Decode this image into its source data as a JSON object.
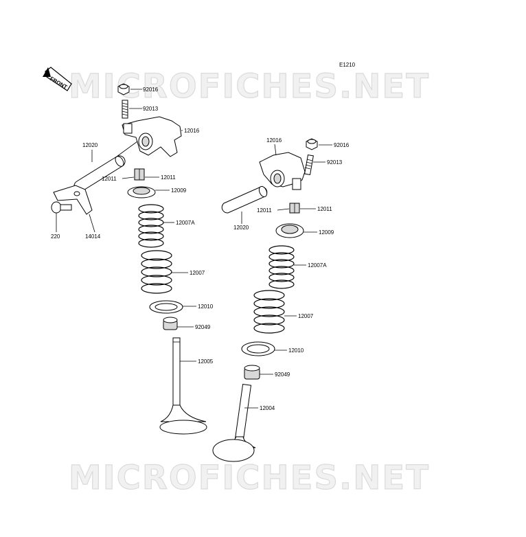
{
  "diagram_id": "E1210",
  "front_label": "FRONT",
  "watermark": "MICROFICHES.NET",
  "part_labels": {
    "p92016_a": "92016",
    "p92013_a": "92013",
    "p12016_a": "12016",
    "p12020_a": "12020",
    "p12011_a1": "12011",
    "p12011_a2": "12011",
    "p12009_a": "12009",
    "p220": "220",
    "p14014": "14014",
    "p12007A_a": "12007A",
    "p12007_a": "12007",
    "p12010_a": "12010",
    "p92049_a": "92049",
    "p12005": "12005",
    "p12016_b": "12016",
    "p92016_b": "92016",
    "p92013_b": "92013",
    "p12011_b1": "12011",
    "p12011_b2": "12011",
    "p12020_b": "12020",
    "p12009_b": "12009",
    "p12007A_b": "12007A",
    "p12007_b": "12007",
    "p12010_b": "12010",
    "p92049_b": "92049",
    "p12004": "12004"
  }
}
